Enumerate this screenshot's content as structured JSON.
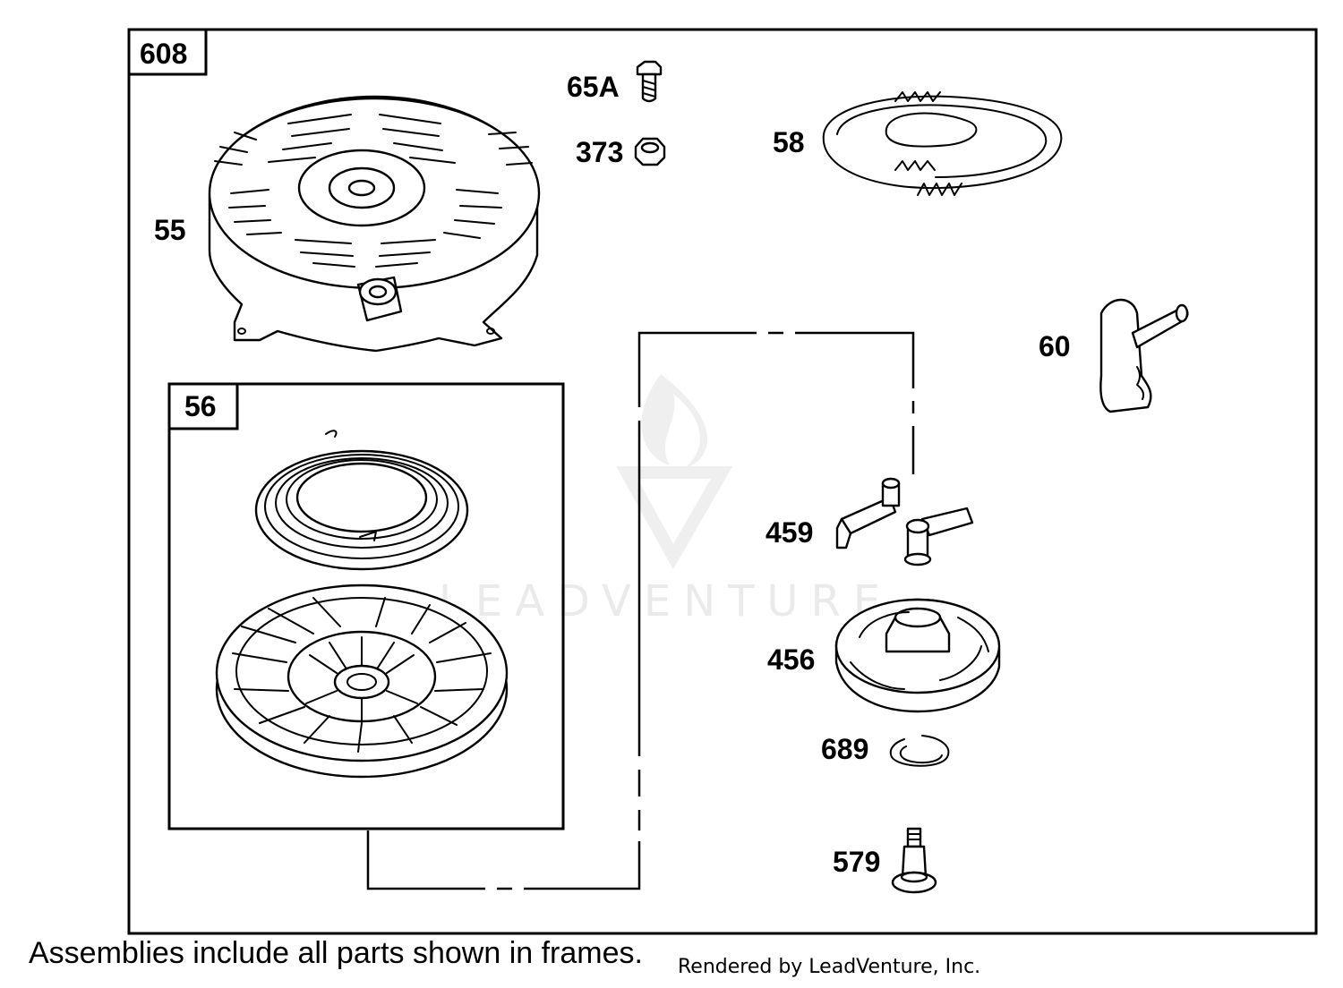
{
  "frames": {
    "outer_label": "608",
    "inner_label": "56"
  },
  "parts": {
    "p65a": "65A",
    "p373": "373",
    "p58": "58",
    "p55": "55",
    "p60": "60",
    "p459": "459",
    "p456": "456",
    "p689": "689",
    "p579": "579"
  },
  "watermark": {
    "text": "LEADVENTURE"
  },
  "footer": {
    "note": "Assemblies include all parts shown in frames.",
    "rendered_by": "Rendered by LeadVenture, Inc."
  }
}
